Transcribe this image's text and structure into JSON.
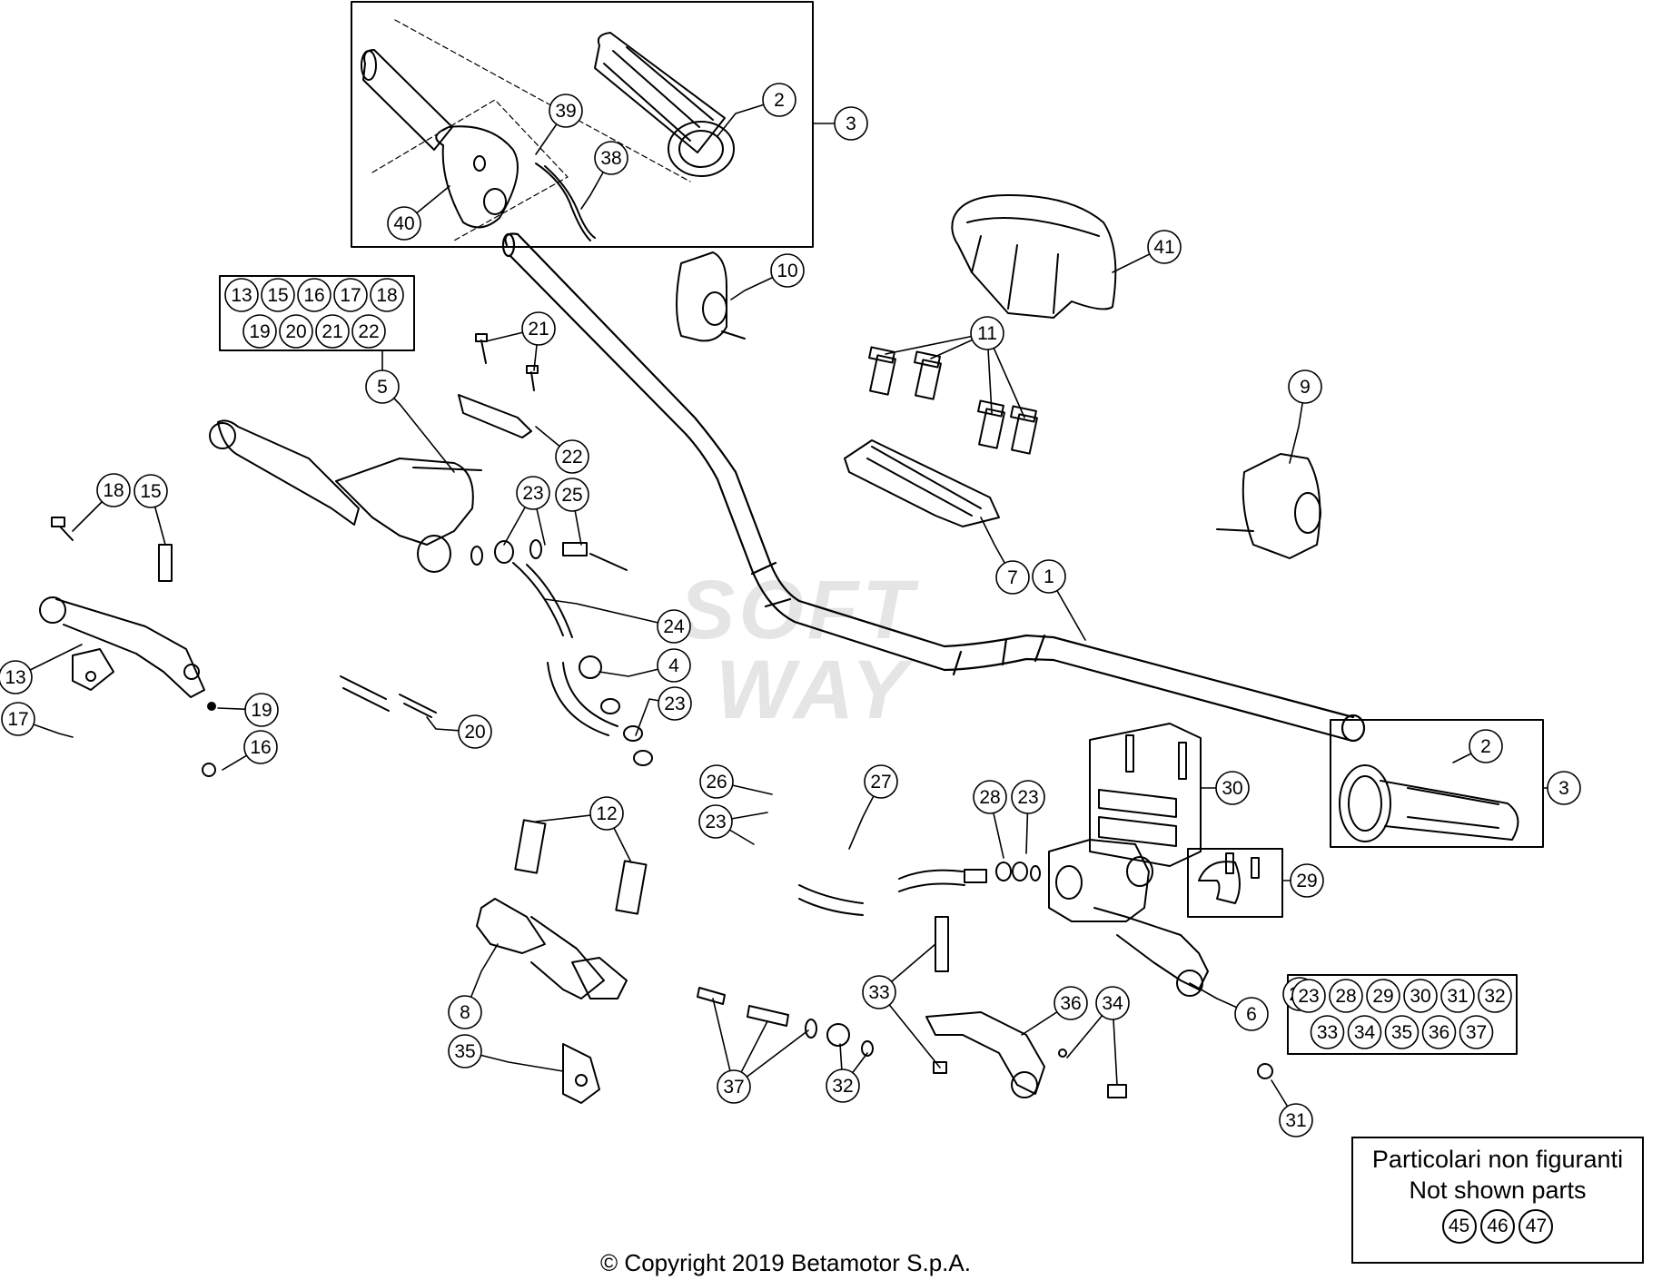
{
  "copyright": "© Copyright 2019 Betamotor S.p.A.",
  "watermark": {
    "line1": "SOFT",
    "line2": "WAY"
  },
  "not_shown_parts": {
    "line_it": "Particolari non figuranti",
    "line_en": "Not shown parts",
    "parts": [
      "45",
      "46",
      "47"
    ]
  },
  "kit_groups": {
    "group_5": [
      "13",
      "15",
      "16",
      "17",
      "18",
      "19",
      "20",
      "21",
      "22"
    ],
    "group_6": [
      "23",
      "28",
      "29",
      "30",
      "31",
      "32",
      "33",
      "34",
      "35",
      "36",
      "37"
    ]
  },
  "callouts": [
    "1",
    "2",
    "2",
    "3",
    "3",
    "4",
    "5",
    "6",
    "7",
    "8",
    "9",
    "10",
    "11",
    "12",
    "13",
    "15",
    "16",
    "17",
    "18",
    "19",
    "20",
    "21",
    "22",
    "23",
    "23",
    "23",
    "23",
    "23",
    "24",
    "25",
    "26",
    "27",
    "28",
    "29",
    "30",
    "31",
    "32",
    "33",
    "34",
    "35",
    "36",
    "37",
    "38",
    "39",
    "40",
    "41"
  ]
}
